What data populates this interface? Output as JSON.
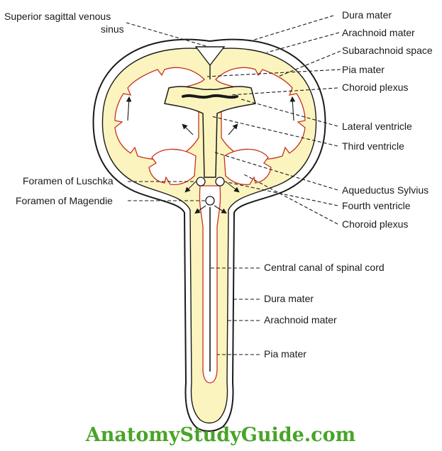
{
  "labels": {
    "sup_sagittal_1": "Superior sagittal venous",
    "sup_sagittal_2": "sinus",
    "dura_mater_top": "Dura mater",
    "arachnoid_mater_top": "Arachnoid mater",
    "subarachnoid_space": "Subarachnoid space",
    "pia_mater_top": "Pia mater",
    "choroid_plexus_top": "Choroid plexus",
    "lateral_ventricle": "Lateral ventricle",
    "third_ventricle": "Third ventricle",
    "foramen_luschka": "Foramen of Luschka",
    "foramen_magendie": "Foramen of Magendie",
    "aqueductus_sylvius": "Aqueductus Sylvius",
    "fourth_ventricle": "Fourth ventricle",
    "choroid_plexus_bottom": "Choroid plexus",
    "central_canal": "Central canal of spinal cord",
    "dura_mater_bottom": "Dura mater",
    "arachnoid_mater_bottom": "Arachnoid mater",
    "pia_mater_bottom": "Pia mater"
  },
  "watermark": "AnatomyStudyGuide.com",
  "colors": {
    "csf_fill": "#fbf4be",
    "pia_red": "#c8321e",
    "outline": "#1a1a1a",
    "watermark_green": "#49a428"
  }
}
